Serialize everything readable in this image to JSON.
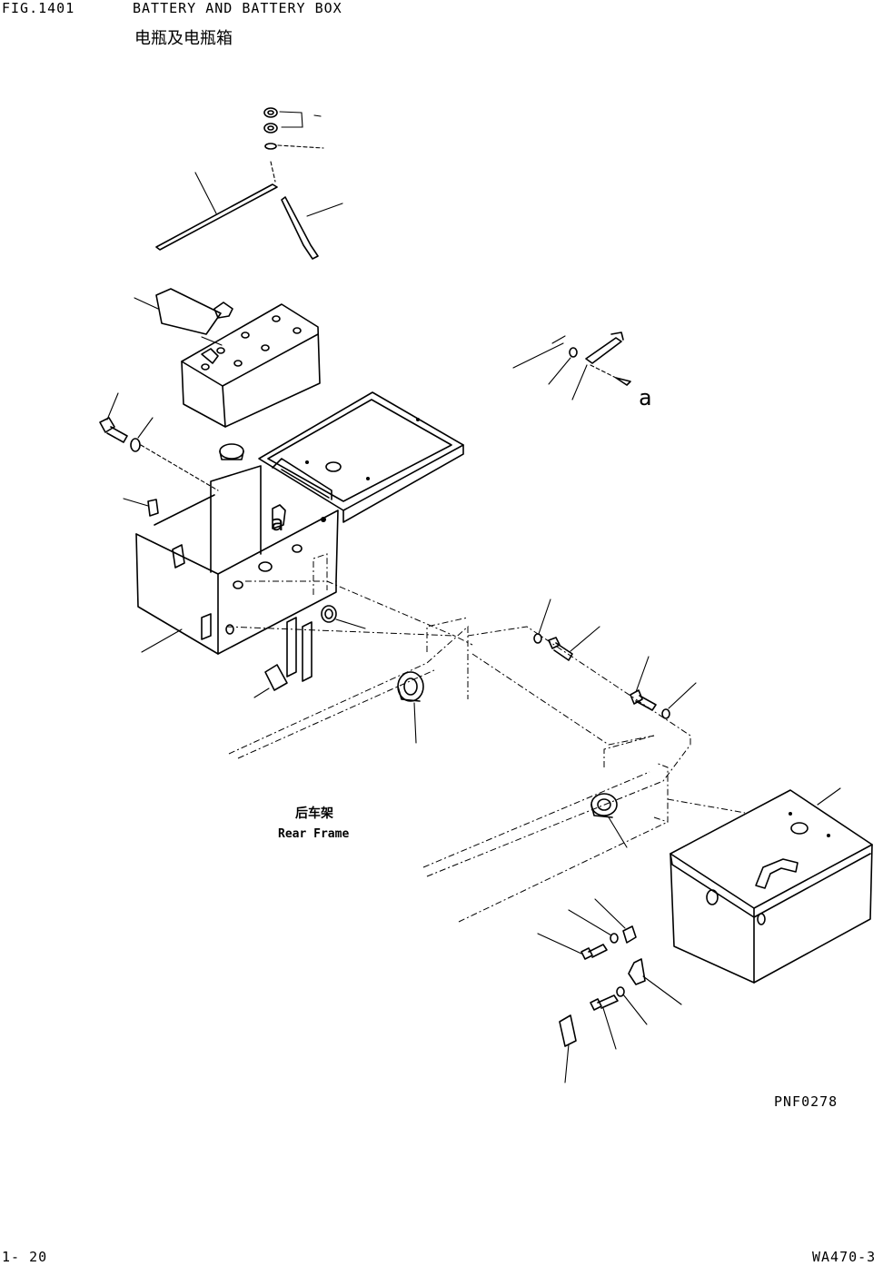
{
  "header": {
    "fig_number": "FIG.1401",
    "title_en": "BATTERY AND BATTERY BOX",
    "title_cn": "电瓶及电瓶箱"
  },
  "labels": {
    "rear_frame_cn": "后车架",
    "rear_frame_en": "Rear Frame",
    "detail_marker": "a"
  },
  "footer": {
    "drawing_code": "PNF0278",
    "page_number": "1- 20",
    "model": "WA470-3"
  }
}
